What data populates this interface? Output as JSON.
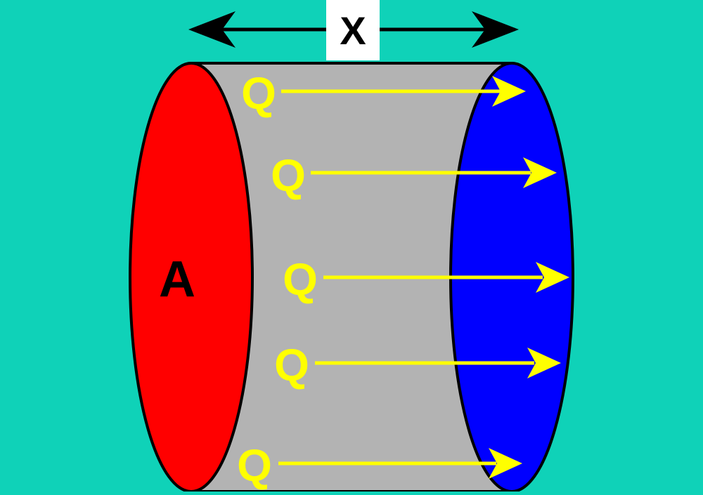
{
  "diagram": {
    "length_label": "X",
    "area_label": "A",
    "flow_label": "Q",
    "flow_count": 5
  },
  "colors": {
    "background": "#0fd2b8",
    "hot_face": "#ff0000",
    "cold_face": "#0000ff",
    "body": "#b3b3b3",
    "arrow": "#ffff00",
    "outline": "#000000",
    "label_box": "#ffffff"
  }
}
